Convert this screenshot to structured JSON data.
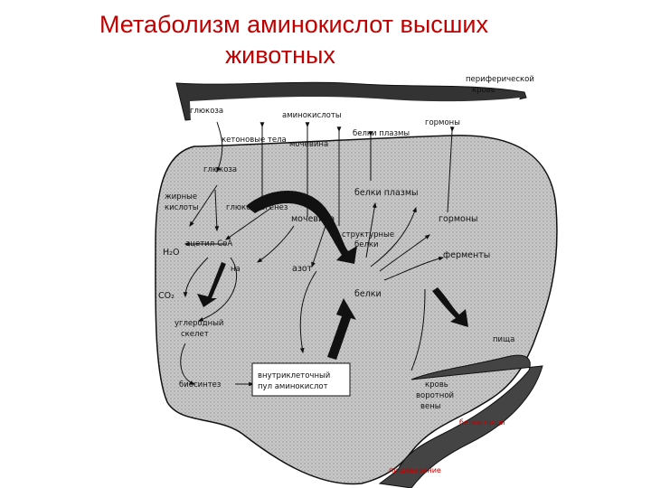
{
  "title": {
    "line1": "Метаболизм аминокислот высших",
    "line2": "животных"
  },
  "labels": {
    "peripheral_blood_1": "периферической",
    "peripheral_blood_2": "кровь",
    "glucose_blood": "глюкоза",
    "amino_acids": "аминокислоты",
    "hormones_top": "гормоны",
    "plasma_proteins_top": "белки плазмы",
    "ketone_bodies_top": "кетоновые тела",
    "urea_top": "мочевина",
    "glucose": "глюкоза",
    "fatty_acids_1": "жирные",
    "fatty_acids_2": "кислоты",
    "gluconeogenesis": "глюконеогенез",
    "plasma_proteins": "белки плазмы",
    "urea": "мочевина",
    "hormones": "гормоны",
    "h2o": "H₂O",
    "acetyl_coa": "ацетил-CoA",
    "structural_proteins_1": "структурные",
    "structural_proteins_2": "белки",
    "enzymes": "ферменты",
    "carbon_skeleton_prefix": "на",
    "nitrogen": "азот",
    "co2": "CO₂",
    "proteins": "белки",
    "carbon_skeleton_1": "углеродный",
    "carbon_skeleton_2": "скелет",
    "food": "пища",
    "biosynthesis": "биосинтез",
    "pool_1": "внутриклеточный",
    "pool_2": "пул аминокислот",
    "portal_blood_1": "кровь",
    "portal_blood_2": "воротной",
    "portal_blood_3": "вены",
    "food_proteins": "белки пищи",
    "digestion": "пищеварение"
  }
}
